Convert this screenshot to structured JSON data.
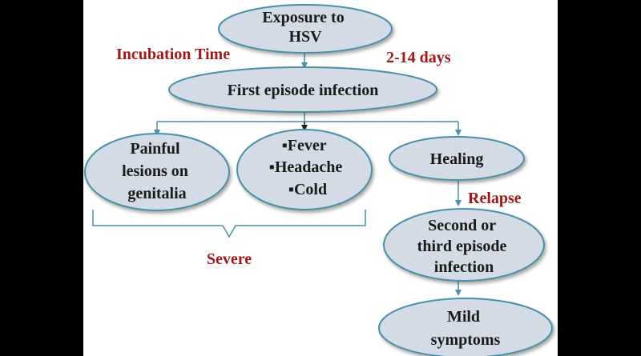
{
  "nodes": {
    "exposure": [
      "Exposure to",
      "HSV"
    ],
    "first_episode": [
      "First episode infection"
    ],
    "painful_lesions": [
      "Painful",
      "lesions on",
      "genitalia"
    ],
    "symptoms": [
      "▪Fever",
      "▪Headache",
      "▪Cold"
    ],
    "healing": [
      "Healing"
    ],
    "second_episode": [
      "Second or",
      "third episode",
      "infection"
    ],
    "mild": [
      "Mild",
      "symptoms"
    ]
  },
  "labels": {
    "incubation": "Incubation Time",
    "duration": "2-14 days",
    "severe": "Severe",
    "relapse": "Relapse"
  },
  "colors": {
    "node_fill": "#d2dbe6",
    "node_stroke": "#4a8fa8",
    "connector": "#4a8fa8",
    "label_red": "#a01818"
  }
}
